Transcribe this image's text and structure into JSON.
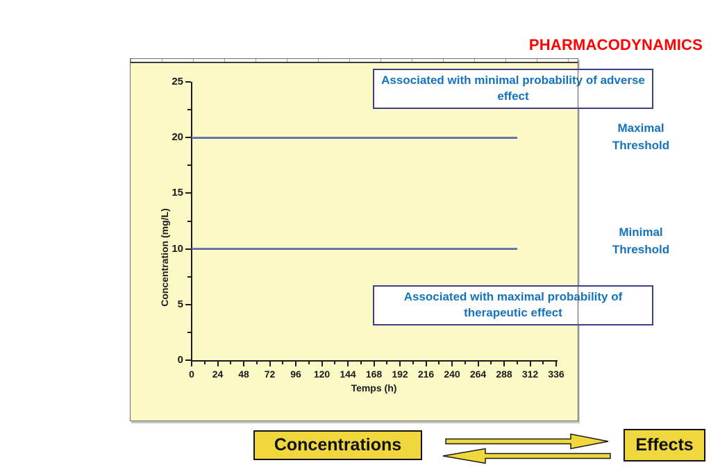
{
  "slide": {
    "title": "PHARMACODYNAMICS"
  },
  "chart_data": {
    "type": "line",
    "title": "",
    "xlabel": "Temps (h)",
    "ylabel": "Concentration (mg/L)",
    "xlim": [
      0,
      336
    ],
    "ylim": [
      0,
      25
    ],
    "x_ticks": [
      0,
      24,
      48,
      72,
      96,
      120,
      144,
      168,
      192,
      216,
      240,
      264,
      288,
      312,
      336
    ],
    "y_ticks": [
      0,
      5,
      10,
      15,
      20,
      25
    ],
    "grid": false,
    "legend_position": "none",
    "plot_background": "#fbf9c6",
    "series": [
      {
        "name": "Maximal Threshold",
        "shape": "hline",
        "y": 20,
        "x_start": 0,
        "x_end": 300,
        "color": "#5e68b2"
      },
      {
        "name": "Minimal Threshold",
        "shape": "hline",
        "y": 10,
        "x_start": 0,
        "x_end": 300,
        "color": "#5e68b2"
      }
    ]
  },
  "annotations": {
    "adverse_box_text": "Associated with minimal probability of adverse effect",
    "therapeutic_box_text": "Associated with maximal probability of therapeutic effect",
    "maximal_threshold": {
      "line1": "Maximal",
      "line2": "Threshold"
    },
    "minimal_threshold": {
      "line1": "Minimal",
      "line2": "Threshold"
    }
  },
  "footer": {
    "left_box_label": "Concentrations",
    "right_box_label": "Effects",
    "icons": [
      "right-arrow-icon",
      "left-arrow-icon"
    ]
  },
  "colors": {
    "title_red": "#ff0000",
    "annotation_blue": "#1573bc",
    "annotation_border_navy": "#3a3f8f",
    "threshold_line_blue": "#5e68b2",
    "chart_background_yellow": "#fbf9c6",
    "footer_yellow": "#f0d73e",
    "axis_black": "#1a1a1a"
  }
}
